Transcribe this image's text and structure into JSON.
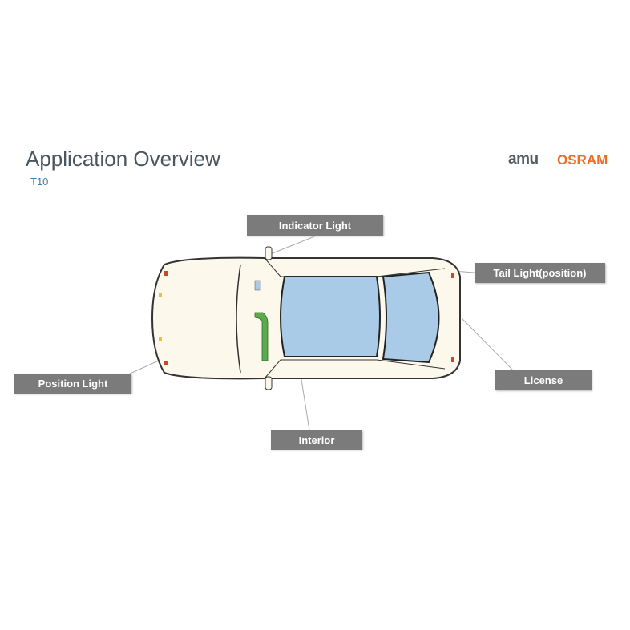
{
  "header": {
    "title": "Application Overview",
    "subtitle": "T10"
  },
  "logo": {
    "ams": "amu",
    "osram": "OSRAM"
  },
  "labels": {
    "indicator": "Indicator Light",
    "tail": "Tail Light(position)",
    "license": "License",
    "position": "Position Light",
    "interior": "Interior"
  },
  "colors": {
    "label_bg": "#7b7b7b",
    "accent": "#f26c21",
    "glass": "#a9cbe8",
    "body": "#fdf8ec"
  }
}
